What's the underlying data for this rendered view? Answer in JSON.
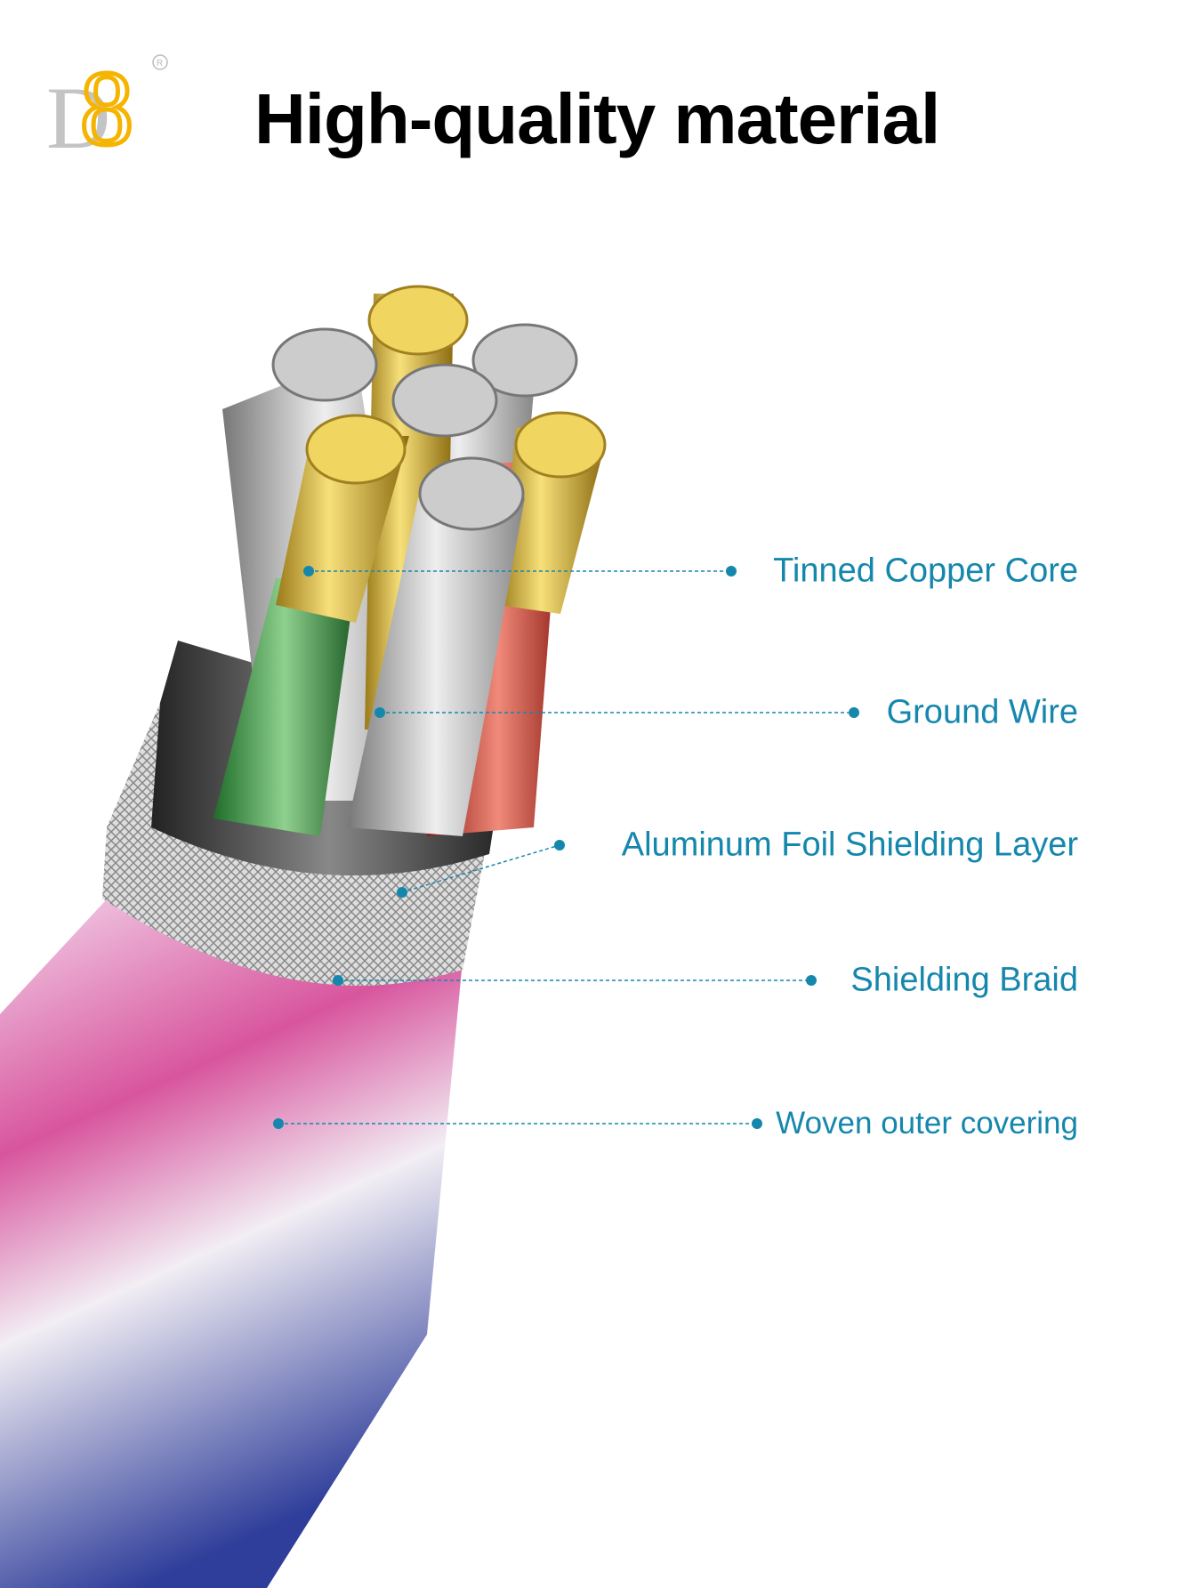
{
  "brand": {
    "logo_text": "D8",
    "registered_mark": "®",
    "gold": "#f5b400",
    "gray": "#c4c4c4"
  },
  "header": {
    "title": "High-quality material"
  },
  "accent_color": "#1587ad",
  "labels": [
    {
      "id": "tinned-copper-core",
      "text": "Tinned Copper Core"
    },
    {
      "id": "ground-wire",
      "text": "Ground Wire"
    },
    {
      "id": "aluminum-foil",
      "text": "Aluminum Foil Shielding Layer"
    },
    {
      "id": "shielding-braid",
      "text": "Shielding Braid"
    },
    {
      "id": "woven-outer",
      "text": "Woven outer covering"
    }
  ]
}
